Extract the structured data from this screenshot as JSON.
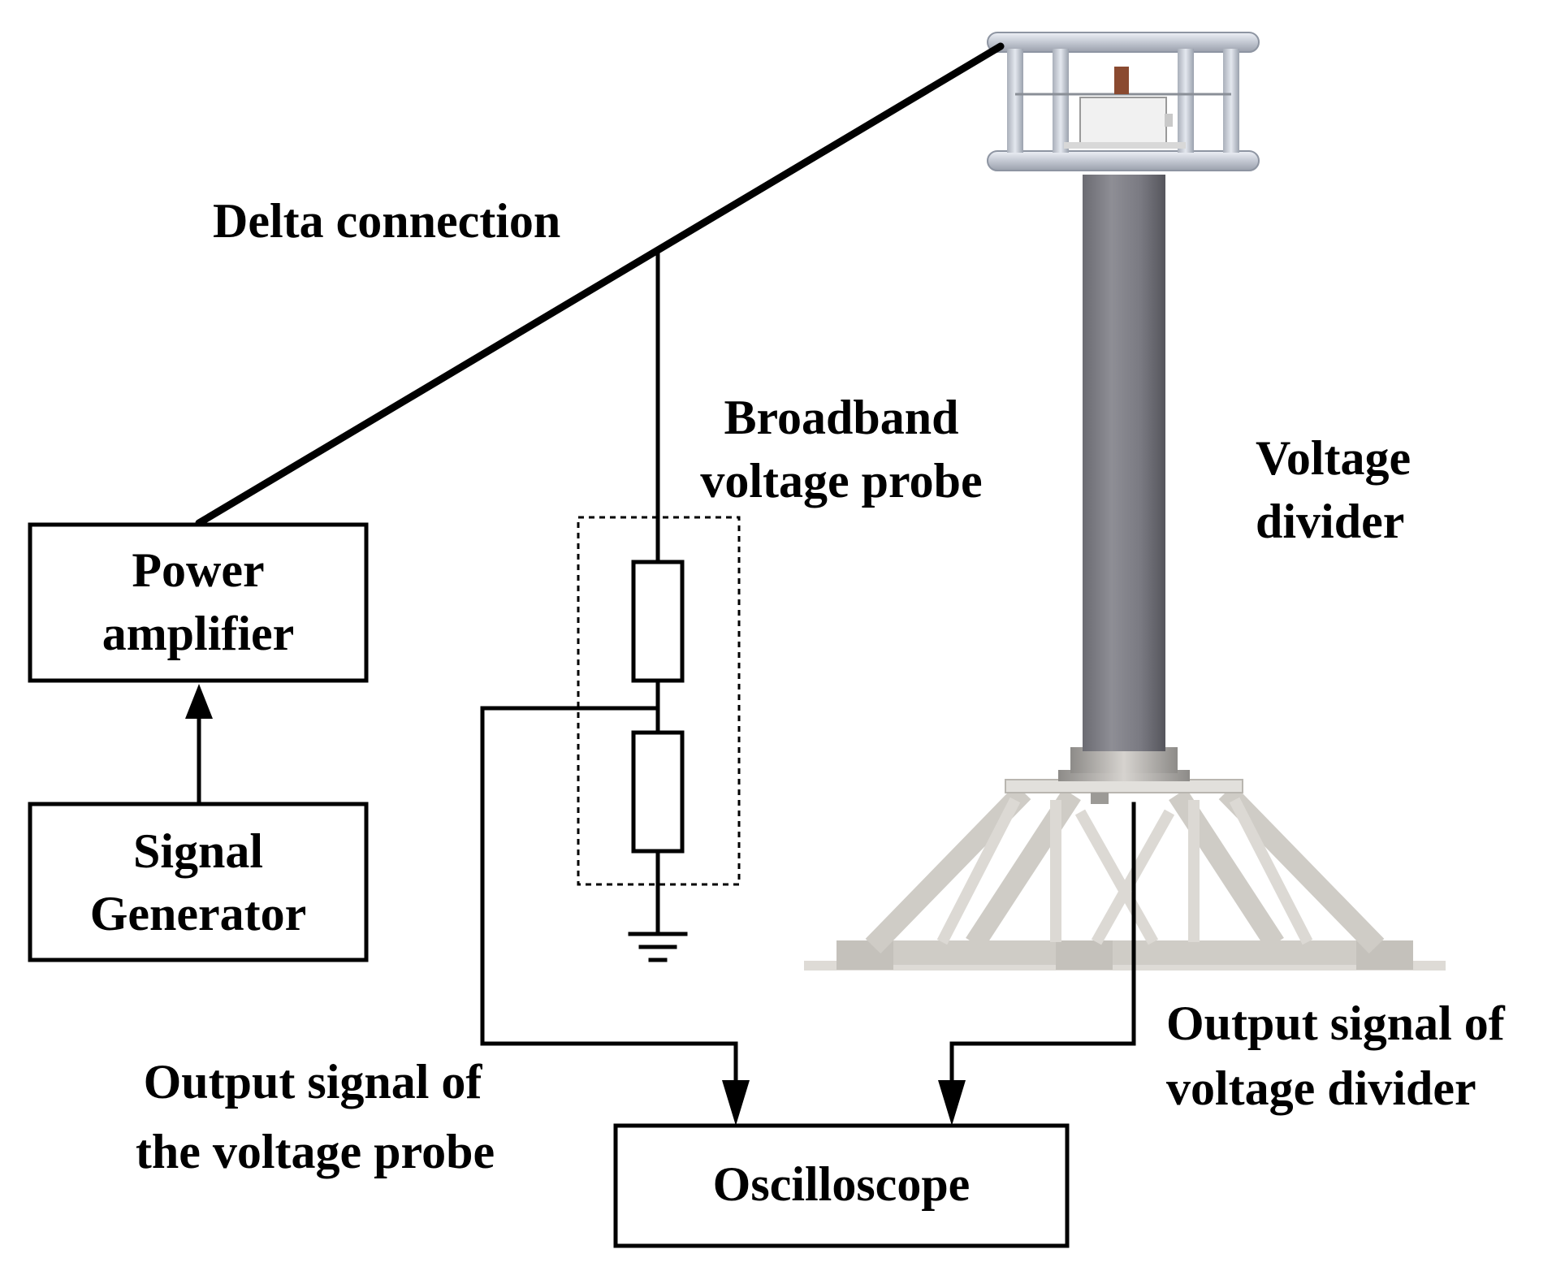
{
  "labels": {
    "delta_connection": "Delta connection",
    "broadband_line1": "Broadband",
    "broadband_line2": "voltage probe",
    "voltage_divider_line1": "Voltage",
    "voltage_divider_line2": "divider",
    "power_amplifier_line1": "Power",
    "power_amplifier_line2": "amplifier",
    "signal_generator_line1": "Signal",
    "signal_generator_line2": "Generator",
    "oscilloscope": "Oscilloscope",
    "probe_output_line1": "Output signal of",
    "probe_output_line2": "the voltage probe",
    "divider_output_line1": "Output signal of",
    "divider_output_line2": "voltage divider"
  },
  "colors": {
    "line": "#000000",
    "column": "#7f7f86",
    "frame": "#c9ced8",
    "base": "#cfccc6"
  }
}
